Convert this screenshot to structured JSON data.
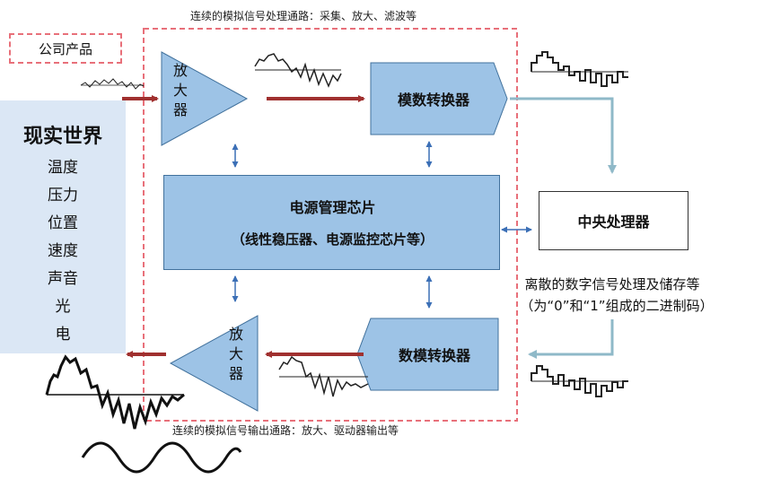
{
  "top_caption": "连续的模拟信号处理通路：采集、放大、滤波等",
  "bottom_caption": "连续的模拟信号输出通路：放大、驱动器输出等",
  "company_label": "公司产品",
  "real_world": {
    "title": "现实世界",
    "items": [
      "温度",
      "压力",
      "位置",
      "速度",
      "声音",
      "光",
      "电"
    ]
  },
  "amp_top": "放大器",
  "amp_bottom": "放大器",
  "adc": "模数转换器",
  "dac": "数模转换器",
  "power_mgmt": {
    "line1": "电源管理芯片",
    "line2": "（线性稳压器、电源监控芯片等）"
  },
  "cpu": "中央处理器",
  "digital_caption": {
    "line1": "离散的数字信号处理及储存等",
    "line2": "（为“0”和“1”组成的二进制码）"
  },
  "colors": {
    "dashed_border": "#e8707a",
    "real_world_bg": "#dbe7f5",
    "block_fill": "#9dc3e6",
    "block_stroke": "#41719c",
    "signal_arrow": "#a0302f",
    "digital_arrow": "#8fb9c8",
    "bus_arrow": "#3b6fb6"
  }
}
